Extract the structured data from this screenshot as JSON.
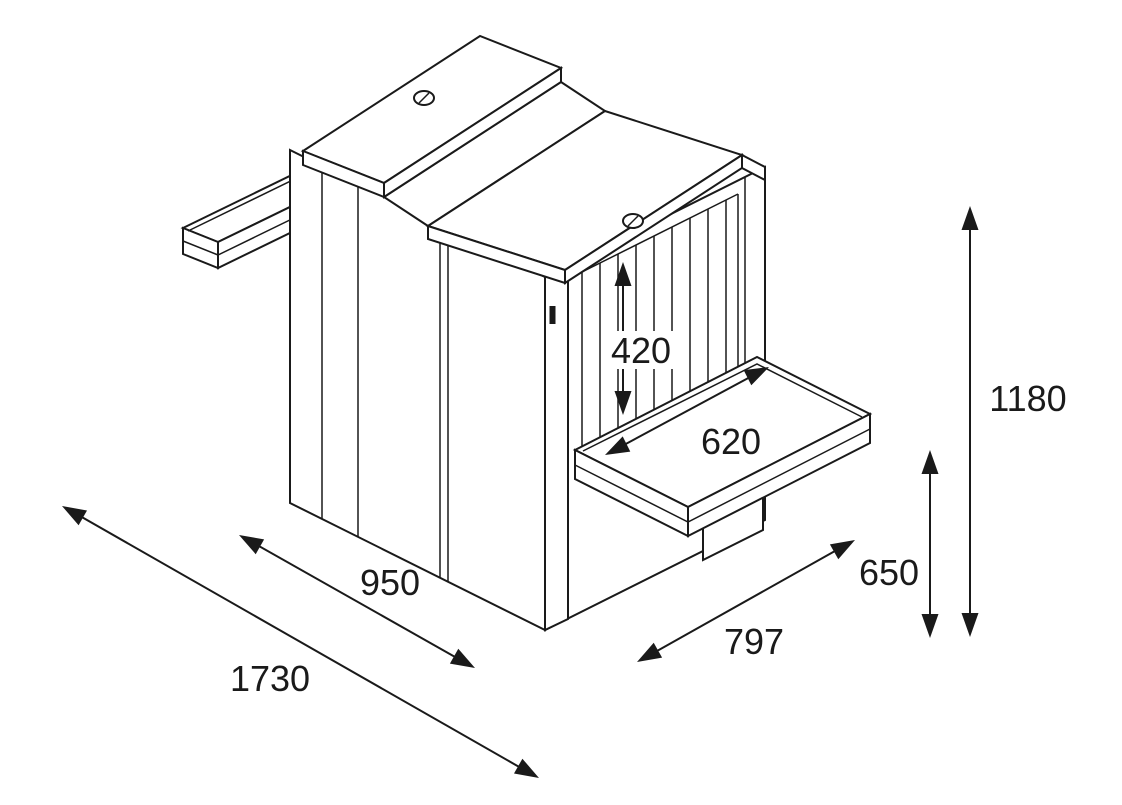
{
  "colors": {
    "background": "#ffffff",
    "line": "#1a1a1a"
  },
  "dimension_labels": {
    "tunnel_height": "420",
    "tunnel_width": "620",
    "body_length": "950",
    "overall_length": "1730",
    "body_depth": "797",
    "conveyor_height": "650",
    "overall_height": "1180"
  }
}
